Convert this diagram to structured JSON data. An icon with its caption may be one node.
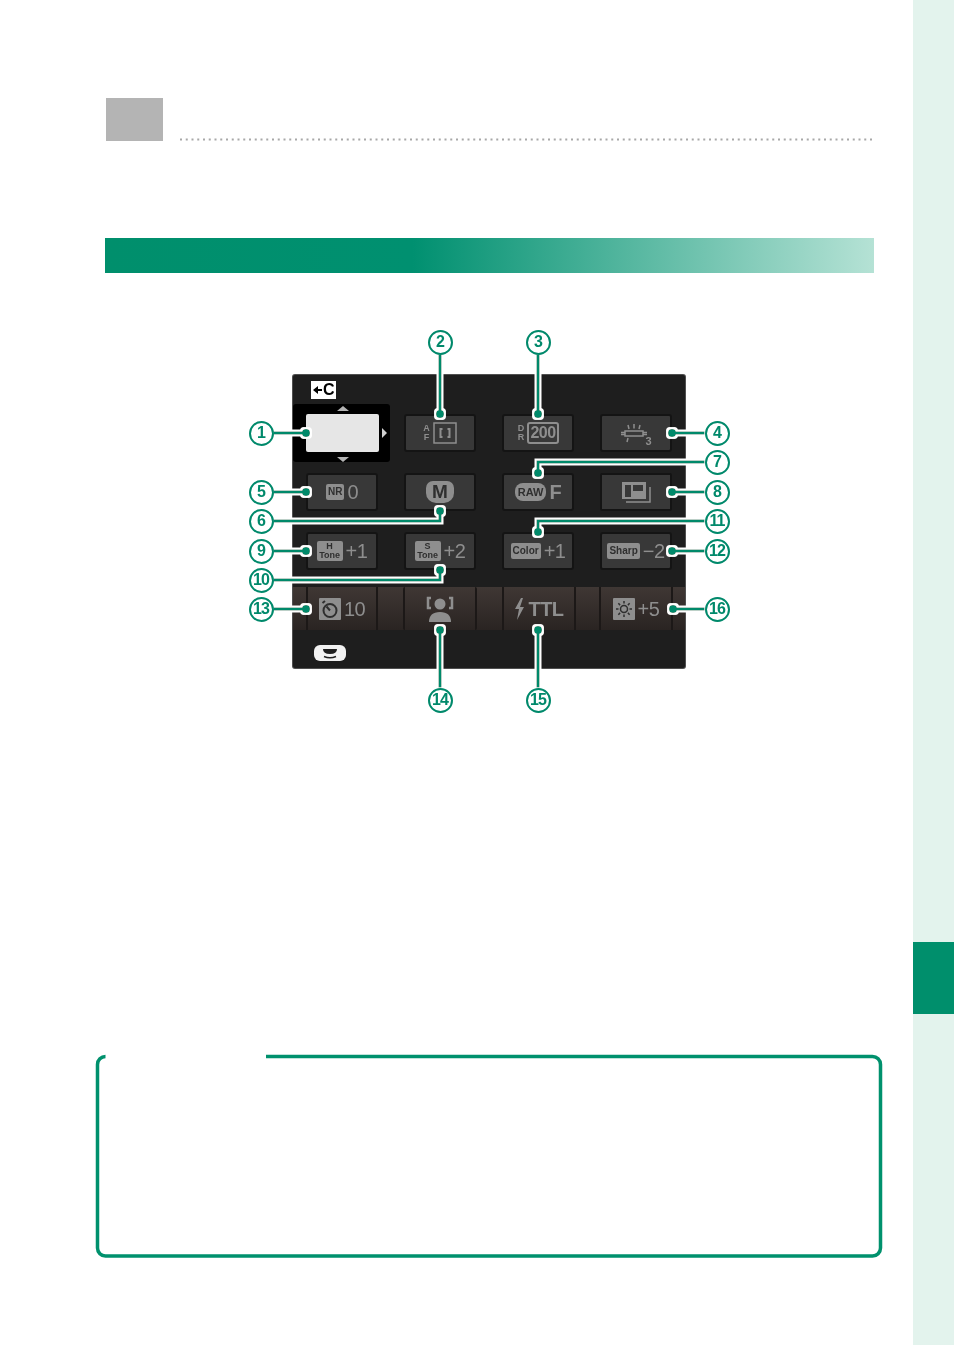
{
  "diagram": {
    "nodes": [
      {
        "text": [],
        "shape": "bar"
      },
      {
        "text": [],
        "shape": "box"
      },
      {
        "text": [],
        "shape": "box",
        "in": 1
      },
      {
        "text": [
          "A F"
        ],
        "in": 1
      },
      {
        "text": [
          "D R",
          "200"
        ],
        "in": 1
      },
      {
        "text": [
          "3"
        ],
        "in": 1
      },
      {
        "text": [
          "NR",
          "0"
        ],
        "in": 1
      },
      {
        "text": [
          "M"
        ],
        "in": 1
      },
      {
        "text": [
          "RAW",
          "F"
        ],
        "in": 1
      },
      {
        "text": [],
        "shape": "box",
        "in": 1
      },
      {
        "text": [
          "H Tone",
          "+1"
        ],
        "in": 1
      },
      {
        "text": [
          "S Tone",
          "+2"
        ],
        "in": 1
      },
      {
        "text": [
          "Color",
          "+1"
        ],
        "in": 1
      },
      {
        "text": [
          "Sharp",
          "−2"
        ],
        "in": 1
      },
      {
        "text": [
          "10"
        ],
        "in": 1
      },
      {
        "text": [],
        "shape": "box",
        "in": 1
      },
      {
        "text": [
          "TTL"
        ],
        "in": 1
      },
      {
        "text": [
          "+5"
        ],
        "in": 1
      },
      {
        "text": [
          "1"
        ]
      },
      {
        "text": [
          "2"
        ]
      },
      {
        "text": [
          "3"
        ]
      },
      {
        "text": [
          "4"
        ]
      },
      {
        "text": [
          "5"
        ]
      },
      {
        "text": [
          "6"
        ]
      },
      {
        "text": [
          "7"
        ]
      },
      {
        "text": [
          "8"
        ]
      },
      {
        "text": [
          "9"
        ]
      },
      {
        "text": [
          "10"
        ]
      },
      {
        "text": [
          "11"
        ]
      },
      {
        "text": [
          "12"
        ]
      },
      {
        "text": [
          "13"
        ]
      },
      {
        "text": [
          "14"
        ]
      },
      {
        "text": [
          "15"
        ]
      },
      {
        "text": [
          "16"
        ]
      }
    ],
    "edges": [
      {
        "from": 18,
        "to": 2,
        "arrow": "other"
      },
      {
        "from": 19,
        "to": 3,
        "arrow": "other"
      },
      {
        "from": 20,
        "to": 4,
        "arrow": "other"
      },
      {
        "from": 21,
        "to": 5,
        "arrow": "other"
      },
      {
        "from": 22,
        "to": 6,
        "arrow": "other"
      },
      {
        "from": 23,
        "to": 7,
        "arrow": "other"
      },
      {
        "from": 24,
        "to": 8,
        "arrow": "other"
      },
      {
        "from": 25,
        "to": 9,
        "arrow": "other"
      },
      {
        "from": 26,
        "to": 10,
        "arrow": "other"
      },
      {
        "from": 27,
        "to": 11,
        "arrow": "other"
      },
      {
        "from": 28,
        "to": 12,
        "arrow": "other"
      },
      {
        "from": 29,
        "to": 13,
        "arrow": "other"
      },
      {
        "from": 30,
        "to": 14,
        "arrow": "other"
      },
      {
        "from": 31,
        "to": 15,
        "arrow": "other"
      },
      {
        "from": 32,
        "to": 16,
        "arrow": "other"
      },
      {
        "from": 33,
        "to": 17,
        "arrow": "other"
      }
    ],
    "labels": [
      "C"
    ]
  }
}
